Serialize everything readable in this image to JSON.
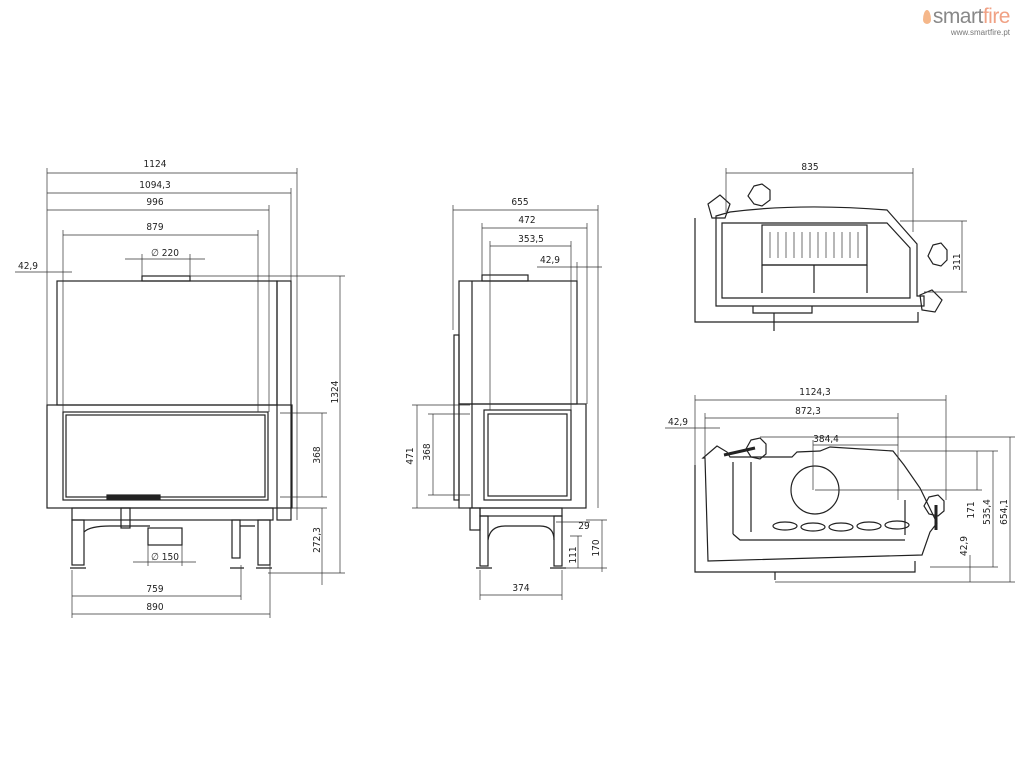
{
  "brand": {
    "name_a": "smart",
    "name_b": "fire",
    "url": "www.smartfire.pt",
    "accent": "#f0a184"
  },
  "front_view": {
    "w_total": "1124",
    "w_1094": "1094,3",
    "w_996": "996",
    "w_879": "879",
    "flue": "∅ 220",
    "offset": "42,9",
    "h_total": "1324",
    "glass_h": "368",
    "base_h": "272,3",
    "air": "∅ 150",
    "legs_759": "759",
    "legs_890": "890"
  },
  "side_view": {
    "d_655": "655",
    "d_472": "472",
    "d_353": "353,5",
    "d_42": "42,9",
    "h_471": "471",
    "h_368": "368",
    "d_29": "29",
    "h_111": "111",
    "h_170": "170",
    "legs_374": "374"
  },
  "top_view": {
    "w_835": "835",
    "d_311": "311"
  },
  "plan_view": {
    "w_1124": "1124,3",
    "w_872": "872,3",
    "w_384": "384,4",
    "off_42": "42,9",
    "h_171": "171",
    "h_535": "535,4",
    "h_654": "654,1",
    "h_42": "42,9"
  }
}
